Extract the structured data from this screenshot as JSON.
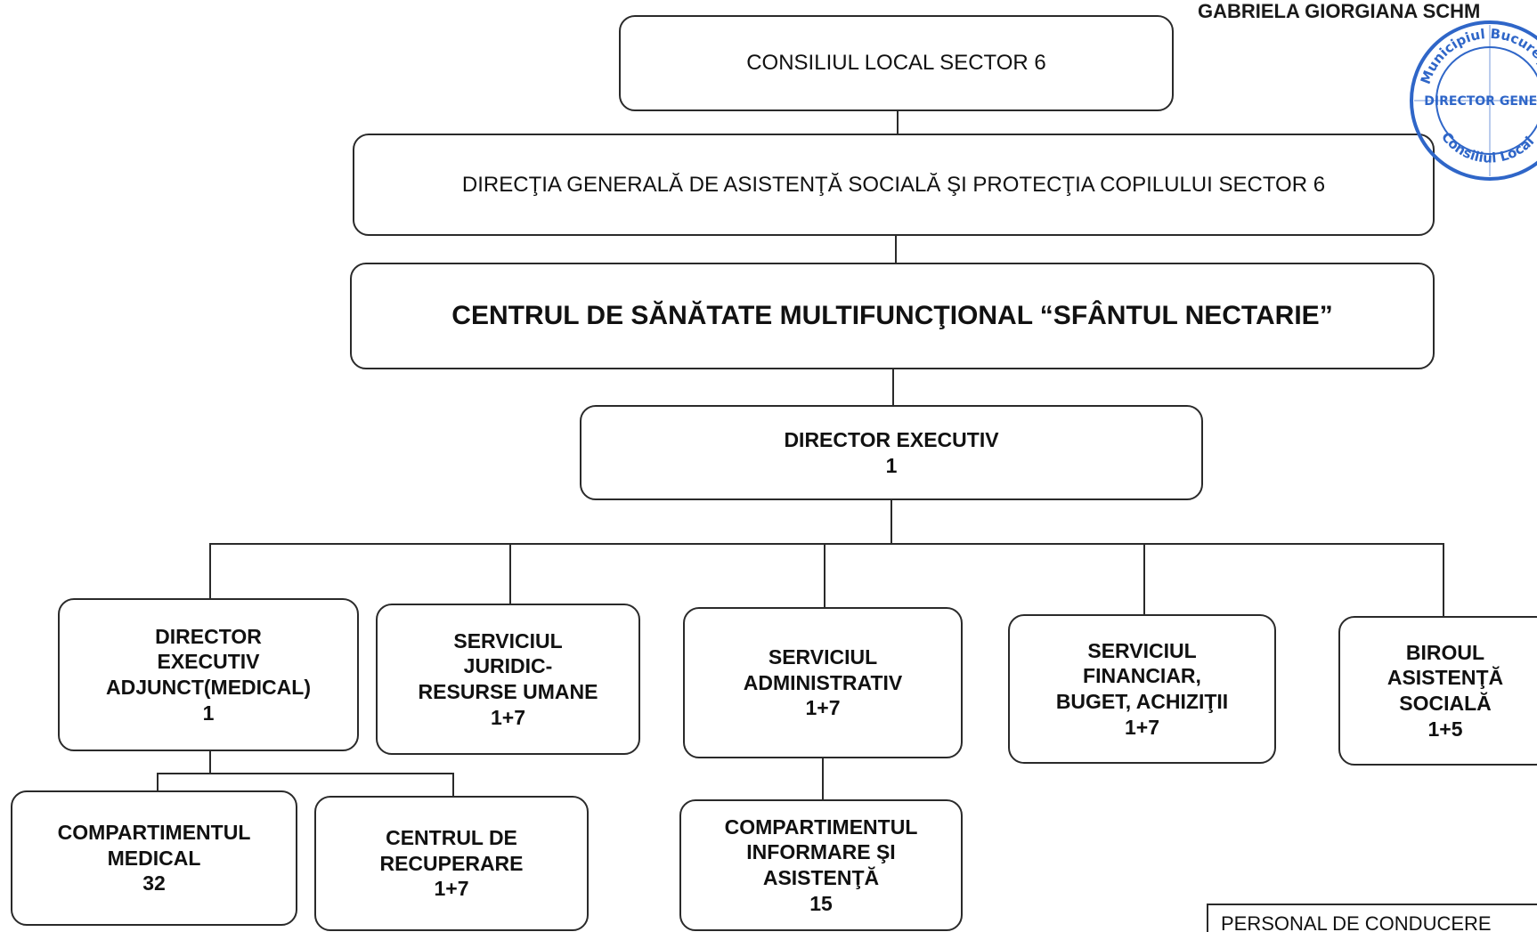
{
  "header": {
    "signatory": "GABRIELA GIORGIANA SCHM"
  },
  "org": {
    "level1": {
      "title": "CONSILIUL LOCAL SECTOR 6"
    },
    "level2": {
      "title": "DIRECŢIA GENERALĂ DE ASISTENŢĂ SOCIALĂ ŞI PROTECŢIA COPILULUI SECTOR 6"
    },
    "level3": {
      "title": "CENTRUL DE SĂNĂTATE MULTIFUNCŢIONAL “SFÂNTUL NECTARIE”"
    },
    "director": {
      "title": "DIRECTOR EXECUTIV",
      "count": "1"
    },
    "deputy": {
      "line1": "DIRECTOR",
      "line2": "EXECUTIV",
      "line3": "ADJUNCT(MEDICAL)",
      "count": "1"
    },
    "legal": {
      "line1": "SERVICIUL",
      "line2": "JURIDIC-",
      "line3": "RESURSE UMANE",
      "count": "1+7"
    },
    "admin": {
      "line1": "SERVICIUL",
      "line2": "ADMINISTRATIV",
      "count": "1+7"
    },
    "finance": {
      "line1": "SERVICIUL",
      "line2": "FINANCIAR,",
      "line3": "BUGET, ACHIZIŢII",
      "count": "1+7"
    },
    "social": {
      "line1": "BIROUL",
      "line2": "ASISTENŢĂ",
      "line3": "SOCIALĂ",
      "count": "1+5"
    },
    "medical": {
      "line1": "COMPARTIMENTUL",
      "line2": "MEDICAL",
      "count": "32"
    },
    "recovery": {
      "line1": "CENTRUL DE",
      "line2": "RECUPERARE",
      "count": "1+7"
    },
    "info": {
      "line1": "COMPARTIMENTUL",
      "line2": "INFORMARE ŞI",
      "line3": "ASISTENŢĂ",
      "count": "15"
    }
  },
  "stamp": {
    "text_top": "Municipiul București",
    "text_center": "DIRECTOR GENERAL",
    "text_bottom": "Consiliul Local",
    "color": "#2f66c8"
  },
  "footer": {
    "legend_title": "PERSONAL DE CONDUCERE"
  }
}
